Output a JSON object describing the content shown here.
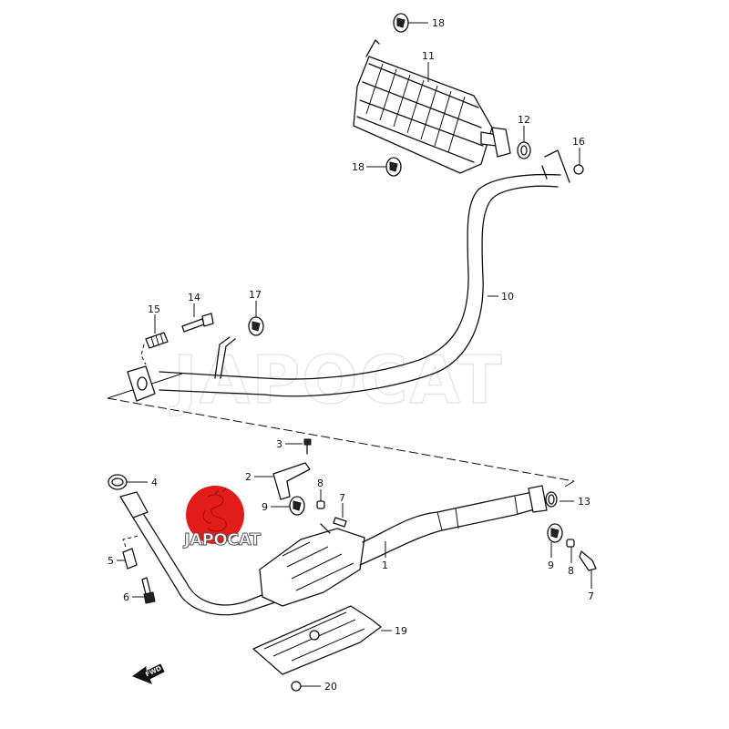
{
  "diagram": {
    "title": "Exhaust system parts diagram",
    "watermark_text": "JAPOCAT",
    "logo": {
      "text": "JAPOCAT",
      "circle_color": "#e21b1b"
    },
    "direction_label": "FWD",
    "parts": [
      {
        "number": "1",
        "description": "front exhaust pipe with catalytic converter"
      },
      {
        "number": "2",
        "description": "bracket"
      },
      {
        "number": "3",
        "description": "bolt"
      },
      {
        "number": "4",
        "description": "gasket ring"
      },
      {
        "number": "5",
        "description": "spring"
      },
      {
        "number": "6",
        "description": "bolt"
      },
      {
        "number": "7",
        "description": "bolt"
      },
      {
        "number": "8",
        "description": "spacer"
      },
      {
        "number": "9",
        "description": "rubber mount"
      },
      {
        "number": "10",
        "description": "center pipe"
      },
      {
        "number": "11",
        "description": "muffler"
      },
      {
        "number": "12",
        "description": "gasket ring"
      },
      {
        "number": "13",
        "description": "gasket ring"
      },
      {
        "number": "14",
        "description": "bolt"
      },
      {
        "number": "15",
        "description": "spring"
      },
      {
        "number": "16",
        "description": "nut"
      },
      {
        "number": "17",
        "description": "rubber mount"
      },
      {
        "number": "18",
        "description": "rubber mount"
      },
      {
        "number": "19",
        "description": "heat shield"
      },
      {
        "number": "20",
        "description": "nut"
      }
    ],
    "labels": {
      "p1": "1",
      "p2": "2",
      "p3": "3",
      "p4": "4",
      "p5": "5",
      "p6": "6",
      "p7a": "7",
      "p7b": "7",
      "p8a": "8",
      "p8b": "8",
      "p9a": "9",
      "p9b": "9",
      "p10": "10",
      "p11": "11",
      "p12": "12",
      "p13": "13",
      "p14": "14",
      "p15": "15",
      "p16": "16",
      "p17": "17",
      "p18a": "18",
      "p18b": "18",
      "p19": "19",
      "p20": "20"
    }
  }
}
